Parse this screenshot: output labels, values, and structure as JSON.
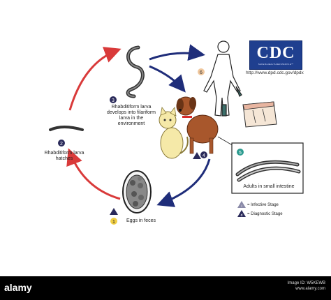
{
  "labels": {
    "stage2": "Rhabditiform larva hatches",
    "stage3": "Rhabditiform larva develops into filariform larva in the environment",
    "stage5": "Adults in small intestine",
    "stage1": "Eggs in feces"
  },
  "step_numbers": {
    "s1": "1",
    "s2": "2",
    "s3": "3",
    "s4": "4",
    "s5": "5",
    "s6": "6"
  },
  "legend": {
    "infective": "= Infective Stage",
    "diagnostic": "= Diagnostic Stage",
    "infective_letter": "i",
    "diagnostic_letter": "d"
  },
  "cdc": {
    "logo_text": "CDC",
    "tagline": "SAFER•HEALTHIER•PEOPLE™",
    "url": "http://www.dpd.cdc.gov/dpdx"
  },
  "watermark": {
    "brand": "alamy",
    "image_id": "Image ID: W5KEWB",
    "site": "www.alamy.com"
  },
  "colors": {
    "red_arrow": "#d93a3a",
    "blue_arrow": "#1f2d7a",
    "step_dark": "#2a2a5a",
    "step_teal": "#2c9b8f",
    "step_yellow": "#f1cf43",
    "step_peach": "#f0c79d",
    "cdc_blue": "#1f3f8f"
  }
}
